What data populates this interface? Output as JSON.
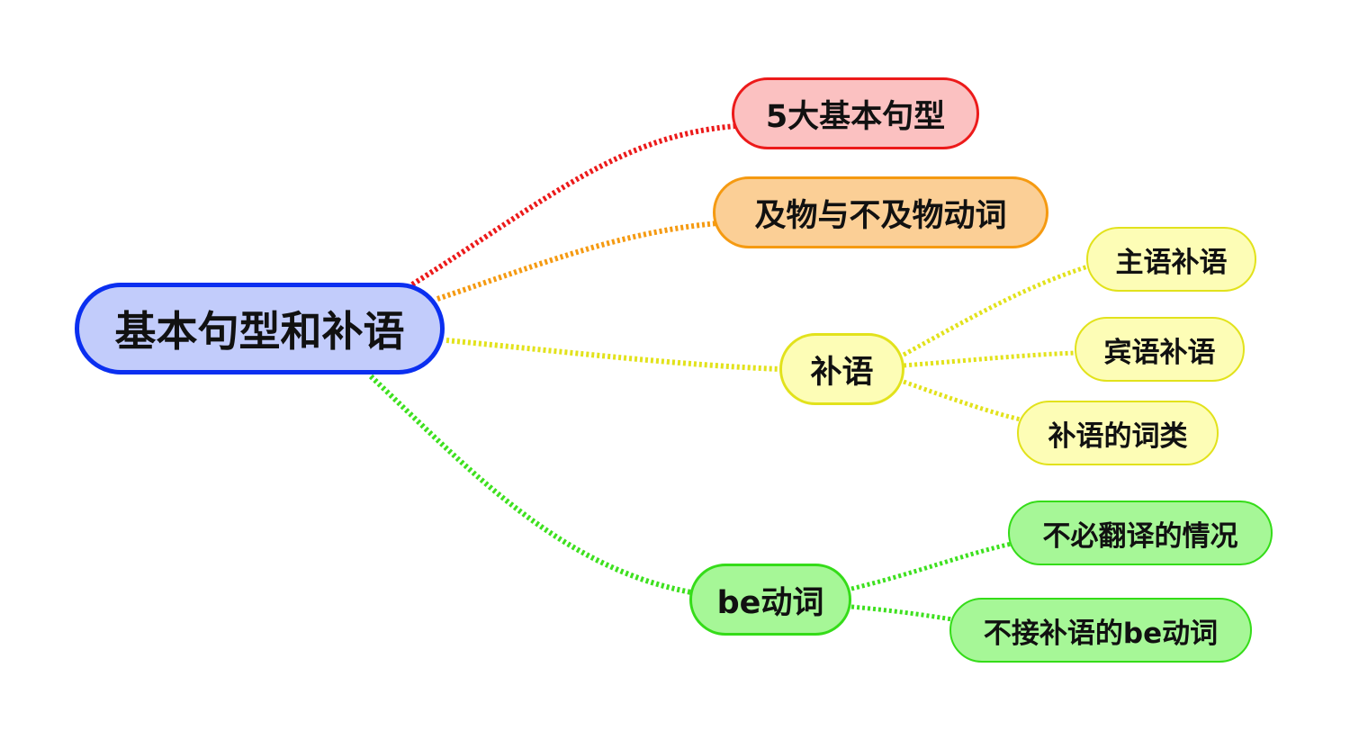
{
  "root": {
    "label": "基本句型和补语",
    "fill": "#c2ccfb",
    "stroke": "#0b2ff0"
  },
  "branches": {
    "sentence_patterns": {
      "label": "5大基本句型",
      "fill": "#fbc1c1",
      "stroke": "#ec1a1a"
    },
    "transitive": {
      "label": "及物与不及物动词",
      "fill": "#fbcf96",
      "stroke": "#f59a11"
    },
    "complement": {
      "label": "补语",
      "fill": "#fdfdb6",
      "stroke": "#e2e21c",
      "children": [
        {
          "label": "主语补语"
        },
        {
          "label": "宾语补语"
        },
        {
          "label": "补语的词类"
        }
      ]
    },
    "be_verb": {
      "label": "be动词",
      "fill": "#a6f797",
      "stroke": "#35dc19",
      "children": [
        {
          "label": "不必翻译的情况"
        },
        {
          "label": "不接补语的be动词"
        }
      ]
    }
  },
  "connector_colors": {
    "red": "#ec1a1a",
    "orange": "#f59a11",
    "yellow": "#e2e21c",
    "green": "#3ee01f"
  }
}
